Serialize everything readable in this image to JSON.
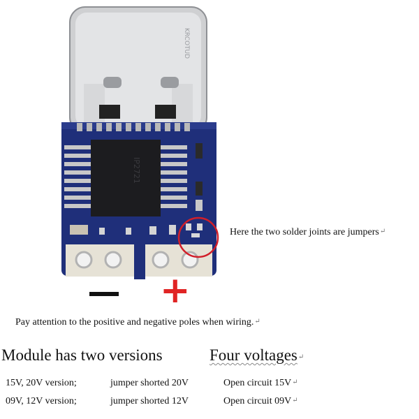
{
  "photo": {
    "connector_engraving": "KRCOTUD",
    "chip_marking": "IP2721",
    "pcb_color": "#1f2f7a",
    "callout_circle_color": "#d11f2a",
    "plus_color": "#e02424",
    "minus_color": "#111111"
  },
  "callout": {
    "text": "Here the two solder joints are jumpers"
  },
  "polarity": {
    "negative_symbol": "−",
    "positive_symbol": "+"
  },
  "note": {
    "text": "Pay attention to the positive and negative poles when wiring."
  },
  "headings": {
    "left": "Module has two versions",
    "right": "Four voltages"
  },
  "rows": [
    {
      "version": "15V, 20V version;",
      "shorted": "jumper shorted 20V",
      "open": "Open circuit 15V"
    },
    {
      "version": "09V, 12V version;",
      "shorted": "jumper shorted 12V",
      "open": "Open circuit 09V"
    }
  ],
  "paragraph_mark": "↵"
}
